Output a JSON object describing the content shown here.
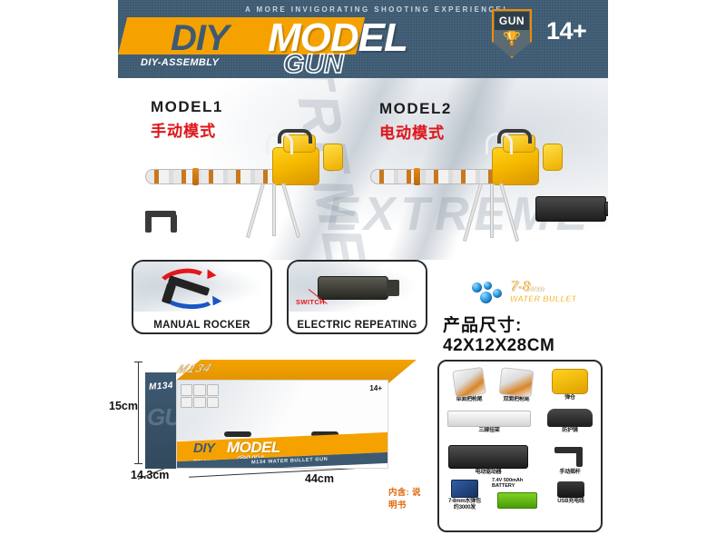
{
  "header": {
    "tagline": "A MORE INVIGORATING SHOOTING EXPERIENCE!",
    "diy": "DIY",
    "model": "MODEL",
    "gun": "GUN",
    "assembly": "DIY-ASSEMBLY",
    "badge_text": "GUN",
    "badge_icon": "trophy-icon",
    "age_rating": "14+",
    "bg_color": "#3d5a72",
    "accent_color": "#f5a200"
  },
  "showcase": {
    "watermark_1": "EXTREME",
    "watermark_2": "EXTREME",
    "models": [
      {
        "en": "MODEL1",
        "cn": "手动模式"
      },
      {
        "en": "MODEL2",
        "cn": "电动模式"
      }
    ]
  },
  "features": [
    {
      "caption": "MANUAL ROCKER",
      "icon": "rocker-arm-icon",
      "arrow_red": "#e3161a",
      "arrow_blue": "#1a56c4"
    },
    {
      "caption": "ELECTRIC REPEATING",
      "icon": "electric-motor-icon",
      "switch_label": "SWITCH",
      "switch_color": "#e3161a"
    }
  ],
  "water_bullet": {
    "size": "7-8",
    "unit": "mm",
    "sub": "WATER BULLET",
    "color": "#f5a200"
  },
  "product_size": {
    "label": "产品尺寸:",
    "value": "42X12X28CM"
  },
  "box": {
    "top_text": "M134",
    "side_text": "M134",
    "side_watermark": "GU",
    "front_age": "14+",
    "diy": "DIY",
    "model": "MODEL",
    "gun": "GUN",
    "assembly": "DIY-ASSEMBLY",
    "strip_text": "M134 WATER BULLET GUN",
    "dim_height": "15cm",
    "dim_depth": "14.3cm",
    "dim_width": "44cm",
    "included_note": "内含: 说明书"
  },
  "accessories": [
    {
      "name": "单面把枪尾",
      "art": "tail-single"
    },
    {
      "name": "双面把枪尾",
      "art": "tail-double"
    },
    {
      "name": "弹仓",
      "art": "magazine"
    },
    {
      "name": "三脚挂架",
      "art": "tripod"
    },
    {
      "name": "防护镜",
      "art": "goggles"
    },
    {
      "name": "电动驱动器",
      "art": "motor"
    },
    {
      "name": "手动摇杆",
      "art": "crank"
    },
    {
      "name": "7-8mm水弹包",
      "name2": "约3000发",
      "art": "bead-pack"
    },
    {
      "name": "7.4V 500mAh",
      "name2": "BATTERY",
      "art": "battery"
    },
    {
      "name": "USB充电线",
      "art": "usb-cable"
    }
  ]
}
